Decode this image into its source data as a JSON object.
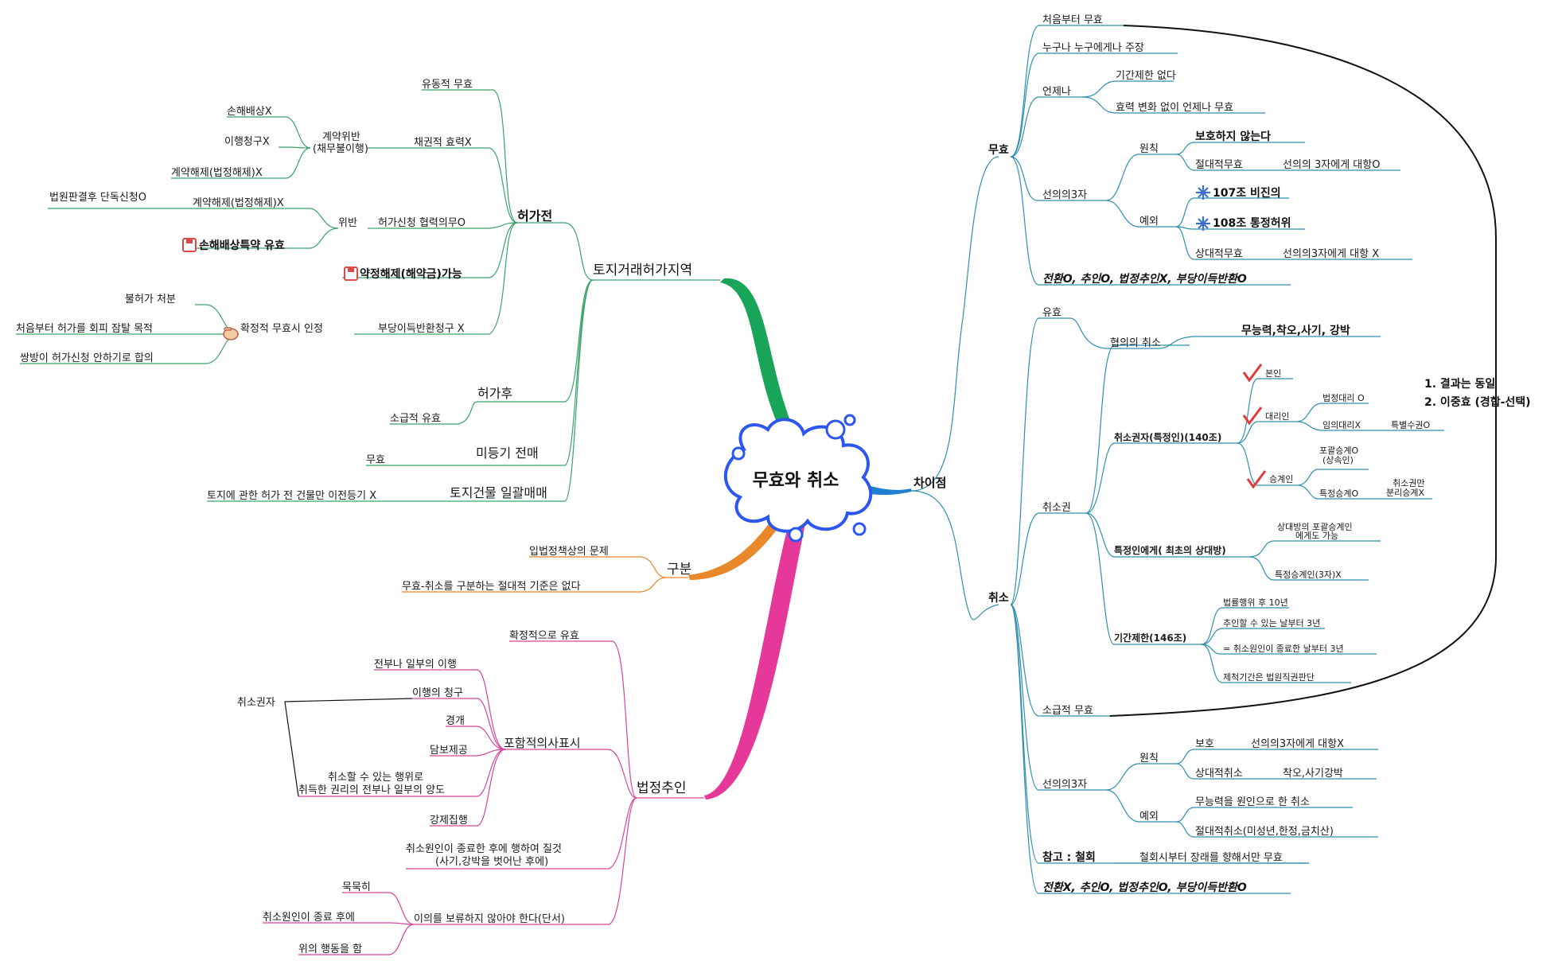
{
  "center": {
    "title": "무효와 취소"
  },
  "left": {
    "land": {
      "label": "토지거래허가지역",
      "before": {
        "label": "허가전",
        "items": {
          "floating_invalid": "유동적 무효",
          "obligation_effect": "채권적 효력X",
          "breach": "계약위반\n(채무불이행)",
          "damages": "손해배상X",
          "performance": "이행청구X",
          "rescission_legal": "계약해제(법정해제)X",
          "violation": "위반",
          "cooperation_duty": "허가신청 협력의무O",
          "rescission_legal2": "계약해제(법정해제)X",
          "court_judgment": "법원판결후 단독신청O",
          "damages_special": "손해배상특약 유효",
          "contract_rescission": "약정해제(해약금)가능",
          "unjust_return": "부당이득반환청구 X",
          "definite_invalid": "확정적 무효시 인정",
          "disposition": "불허가 처분",
          "evasion": "처음부터 허가를 회피 잠탈 목적",
          "agreement": "쌍방이 허가신청 안하기로 합의"
        }
      },
      "after": {
        "label": "허가후",
        "sub": "소급적 유효"
      },
      "unregistered": {
        "label": "미등기 전매",
        "sub": "무효"
      },
      "bulk": {
        "label": "토지건물 일괄매매",
        "sub": "토지에 관한 허가 전 건물만 이전등기 X"
      }
    },
    "distinction": {
      "label": "구분",
      "items": [
        "입법정책상의 문제",
        "무효-취소를 구분하는 절대적 기준은 없다"
      ]
    },
    "ratification": {
      "label": "법정추인",
      "definite": "확정적으로 유효",
      "implied": {
        "label": "포함적의사표시",
        "items": [
          "전부나 일부의 이행",
          "이행의 청구",
          "경개",
          "담보제공",
          "취소할 수 있는 행위로\n취득한 권리의 전부나 일부의 양도",
          "강제집행"
        ],
        "holder": "취소권자"
      },
      "after_cause": "취소원인이 종료한 후에 행하여 질것\n(사기,강박을 벗어난 후에)",
      "no_objection": {
        "label": "이의를 보류하지 않아야 한다(단서)",
        "items": [
          "묵묵히",
          "취소원인이 종료 후에",
          "위의 행동을 함"
        ]
      }
    }
  },
  "right": {
    "diff": {
      "label": "차이점"
    },
    "invalid": {
      "label": "무효",
      "from_start": "처음부터 무효",
      "anyone": "누구나 누구에게나 주장",
      "anytime": {
        "label": "언제나",
        "items": [
          "기간제한 없다",
          "효력 변화 없이 언제나 무효"
        ]
      },
      "third_party": {
        "label": "선의의3자",
        "principle": "원칙",
        "no_protection": "보호하지 않는다",
        "absolute": "절대적무효",
        "absolute_note": "선의의 3자에게 대항O",
        "exception": "예외",
        "art107": "107조 비진의",
        "art108": "108조 통정허위",
        "relative": "상대적무효",
        "relative_note": "선의의3자에게 대항 X"
      },
      "summary": "전환O, 추인O, 법정추인X, 부당이득반환O"
    },
    "cancel": {
      "label": "취소",
      "valid": "유효",
      "narrow": {
        "label": "협의의 취소",
        "sub": "무능력,착오,사기, 강박"
      },
      "right": {
        "label": "취소권",
        "holder": "취소권자(특정인)(140조)",
        "self": "본인",
        "agent": "대리인",
        "legal_agent": "법정대리 O",
        "appointed_agent": "임의대리X",
        "special_power": "특별수권O",
        "successor": "승계인",
        "general_succ": "포괄승계O\n(상속인)",
        "specific_succ": "특정승계O",
        "separate_succ": "취소권만\n분리승계X",
        "to_whom": "특정인에게( 최초의 상대방)",
        "to_whom_a": "상대방의 포괄승계인\n에게도 가능",
        "to_whom_b": "특정승계인(3자)X",
        "period": "기간제한(146조)",
        "period_items": [
          "법률행위 후 10년",
          "추인할 수 있는 날부터 3년",
          "= 취소원인이 종료한 날부터 3년",
          "제척기간은 법원직권판단"
        ]
      },
      "retro": "소급적 무효",
      "third_party": {
        "label": "선의의3자",
        "principle": "원칙",
        "protect": "보호",
        "protect_note": "선의의3자에게 대항X",
        "relative": "상대적취소",
        "relative_note": "착오,사기강박",
        "exception": "예외",
        "incapacity": "무능력을 원인으로 한 취소",
        "absolute": "절대적취소(미성년,한정,금치산)"
      },
      "ref_label": "참고 : 철회",
      "ref_note": "철회시부터 장래를 향해서만 무효",
      "summary": "전환X, 추인O, 법정추인O, 부당이득반환O"
    },
    "note": {
      "items": [
        "1. 결과는 동일",
        "2. 이중효 (경합-선택)"
      ]
    }
  },
  "colors": {
    "teal": "#2f8fb0",
    "green": "#3aa36b",
    "green_thick": "#19a559",
    "pink": "#d6449b",
    "pink_thick": "#e6389a",
    "orange": "#e8882a",
    "blue_thick": "#1f7fd0",
    "cloud": "#2b57f0",
    "check": "#e23a3a",
    "snow": "#3d6fc8",
    "disk": "#e04848"
  }
}
